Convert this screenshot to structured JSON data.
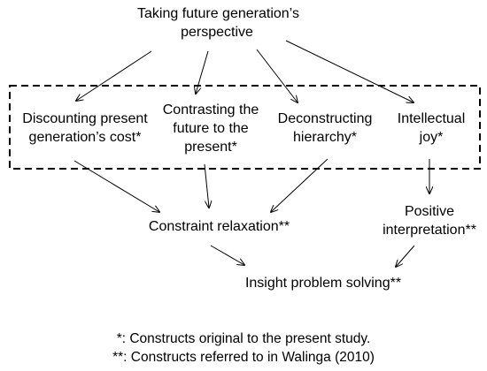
{
  "nodes": {
    "root": {
      "lines": [
        "Taking future generation’s",
        "perspective"
      ]
    },
    "discounting": {
      "lines": [
        "Discounting present",
        "generation’s cost*"
      ]
    },
    "contrasting": {
      "lines": [
        "Contrasting the",
        "future to the",
        "present*"
      ]
    },
    "deconstructing": {
      "lines": [
        "Deconstructing",
        "hierarchy*"
      ]
    },
    "intellectual": {
      "lines": [
        "Intellectual",
        "joy*"
      ]
    },
    "constraint": {
      "lines": [
        "Constraint relaxation**"
      ]
    },
    "positive": {
      "lines": [
        "Positive",
        "interpretation**"
      ]
    },
    "insight": {
      "lines": [
        "Insight problem solving**"
      ]
    }
  },
  "notes": [
    "*: Constructs original to the present study.",
    "**: Constructs referred to in Walinga (2010)"
  ]
}
